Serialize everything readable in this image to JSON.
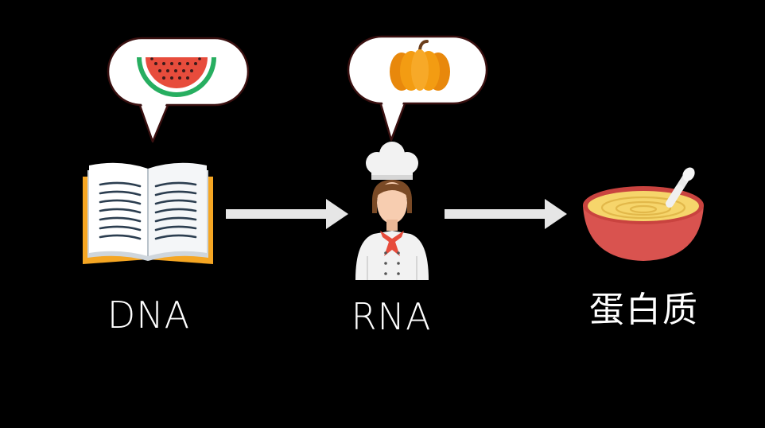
{
  "labels": {
    "dna": "DNA",
    "rna": "RNA",
    "protein": "蛋白质"
  },
  "icons": {
    "book": "open-book-icon",
    "chef": "chef-icon",
    "bowl": "soup-bowl-icon",
    "watermelon": "watermelon-icon",
    "pumpkin": "pumpkin-icon",
    "arrow": "right-arrow-icon"
  },
  "colors": {
    "background": "#000000",
    "text": "#ffffff",
    "arrow": "#e6e6e6",
    "book_cover": "#f5a623",
    "bowl": "#d9534f",
    "soup": "#f6d56b",
    "pumpkin": "#f39c12",
    "watermelon_flesh": "#e74c3c",
    "watermelon_rind": "#27ae60"
  }
}
